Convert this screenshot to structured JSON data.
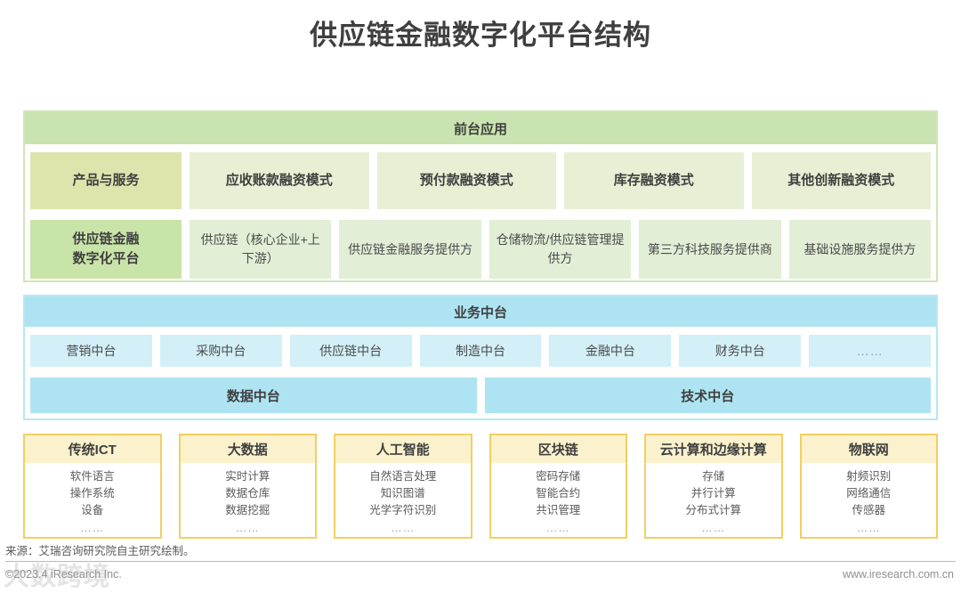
{
  "title": "供应链金融数字化平台结构",
  "front_office": {
    "header": "前台应用",
    "row_products": {
      "label": "产品与服务",
      "cells": [
        "应收账款融资模式",
        "预付款融资模式",
        "库存融资模式",
        "其他创新融资模式"
      ]
    },
    "row_platform": {
      "label": "供应链金融\n数字化平台",
      "label_line1": "供应链金融",
      "label_line2": "数字化平台",
      "cells": [
        "供应链（核心企业+上下游）",
        "供应链金融服务提供方",
        "仓储物流/供应链管理提供方",
        "第三方科技服务提供商",
        "基础设施服务提供方"
      ]
    }
  },
  "middle_platform": {
    "header": "业务中台",
    "cells": [
      "营销中台",
      "采购中台",
      "供应链中台",
      "制造中台",
      "金融中台",
      "财务中台",
      "……"
    ],
    "big_cells": [
      "数据中台",
      "技术中台"
    ]
  },
  "tech_cards": [
    {
      "title": "传统ICT",
      "items": [
        "软件语言",
        "操作系统",
        "设备"
      ],
      "dots": "……"
    },
    {
      "title": "大数据",
      "items": [
        "实时计算",
        "数据仓库",
        "数据挖掘"
      ],
      "dots": "……"
    },
    {
      "title": "人工智能",
      "items": [
        "自然语言处理",
        "知识图谱",
        "光学字符识别"
      ],
      "dots": "……"
    },
    {
      "title": "区块链",
      "items": [
        "密码存储",
        "智能合约",
        "共识管理"
      ],
      "dots": "……"
    },
    {
      "title": "云计算和边缘计算",
      "items": [
        "存储",
        "并行计算",
        "分布式计算"
      ],
      "dots": "……"
    },
    {
      "title": "物联网",
      "items": [
        "射频识别",
        "网络通信",
        "传感器"
      ],
      "dots": "……"
    }
  ],
  "footer": {
    "source": "来源：艾瑞咨询研究院自主研究绘制。",
    "copyright": "©2023.4 iResearch Inc.",
    "website": "www.iresearch.com.cn",
    "watermark": "大数跨境"
  },
  "colors": {
    "green_header": "#c9e4b0",
    "green_label": "#c9e4a8",
    "olive_label": "#dde5ac",
    "olive_cell": "#e9efd4",
    "green_cell": "#e2eed6",
    "blue_header": "#aee4f2",
    "blue_cell": "#d3eff8",
    "yellow_border": "#f2cf63",
    "yellow_header": "#fbf2cd",
    "text": "#3f3f3f"
  }
}
